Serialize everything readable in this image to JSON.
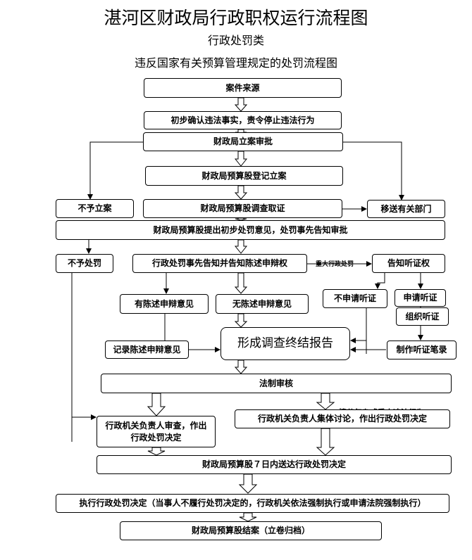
{
  "title": "湛河区财政局行政职权运行流程图",
  "subtitle": "行政处罚类",
  "subtitle2": "违反国家有关预算管理规定的处罚流程图",
  "nodes": {
    "source": "案件来源",
    "confirm": "初步确认违法事实，责令停止违法行为",
    "register": "财政局立案审批",
    "budget_register": "财政局预算股登记立案",
    "no_case": "不予立案",
    "investigate": "财政局预算股调查取证",
    "transfer": "移送有关部门",
    "preliminary": "财政局预算股提出初步处罚意见，处罚事先告知审批",
    "no_penalty": "不予处罚",
    "notify": "行政处罚事先告知并告知陈述申辩权",
    "hearing_right": "告知听证权",
    "has_statement": "有陈述申辩意见",
    "no_statement": "无陈述申辩意见",
    "no_hearing": "不申请听证",
    "apply_hearing": "申请听证",
    "organize_hearing": "组织听证",
    "record_statement": "记录陈述申辩意见",
    "final_report": "形成调查终结报告",
    "hearing_record": "制作听证笔录",
    "legal_review": "法制审核",
    "head_review": "行政机关负责人审查，作出行政处罚决定",
    "collective": "行政机关负责人集体讨论，作出行政处罚决定",
    "delivery": "财政局预算股７日内送达行政处罚决定",
    "execute": "执行行政处罚决定（当事人不履行处罚决定的，行政机关依法强制执行或申请法院强制执行）",
    "close": "财政局预算股结案（立卷归档）"
  },
  "labels": {
    "major_penalty": "重大行政处罚",
    "complex_case": "情节复杂或重大违法行为"
  }
}
